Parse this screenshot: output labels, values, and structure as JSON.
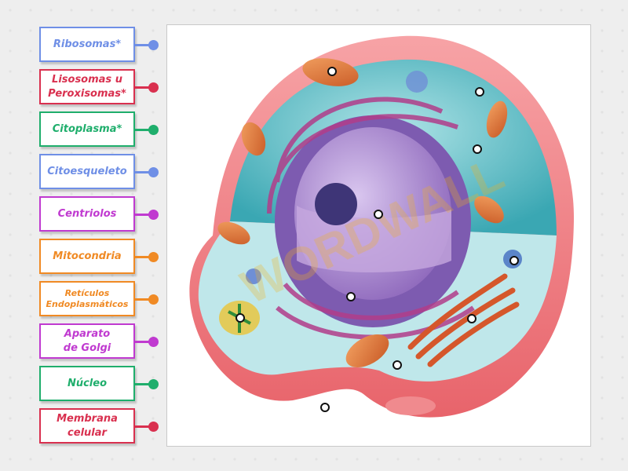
{
  "labels": [
    {
      "text": "Ribosomas*",
      "color": "#6f8fe6"
    },
    {
      "text": "Lisosomas u\nPeroxisomas*",
      "color": "#d9304f"
    },
    {
      "text": "Citoplasma*",
      "color": "#1fae6c"
    },
    {
      "text": "Citoesqueleto",
      "color": "#6f8fe6"
    },
    {
      "text": "Centriolos",
      "color": "#c03ad0"
    },
    {
      "text": "Mitocondria",
      "color": "#f08a24"
    },
    {
      "text": "Retículos\nEndoplasmáticos",
      "color": "#f08a24"
    },
    {
      "text": "Aparato\nde Golgi",
      "color": "#c03ad0"
    },
    {
      "text": "Núcleo",
      "color": "#1fae6c"
    },
    {
      "text": "Membrana\ncelular",
      "color": "#d9304f"
    }
  ],
  "watermark": "WORDWALL"
}
